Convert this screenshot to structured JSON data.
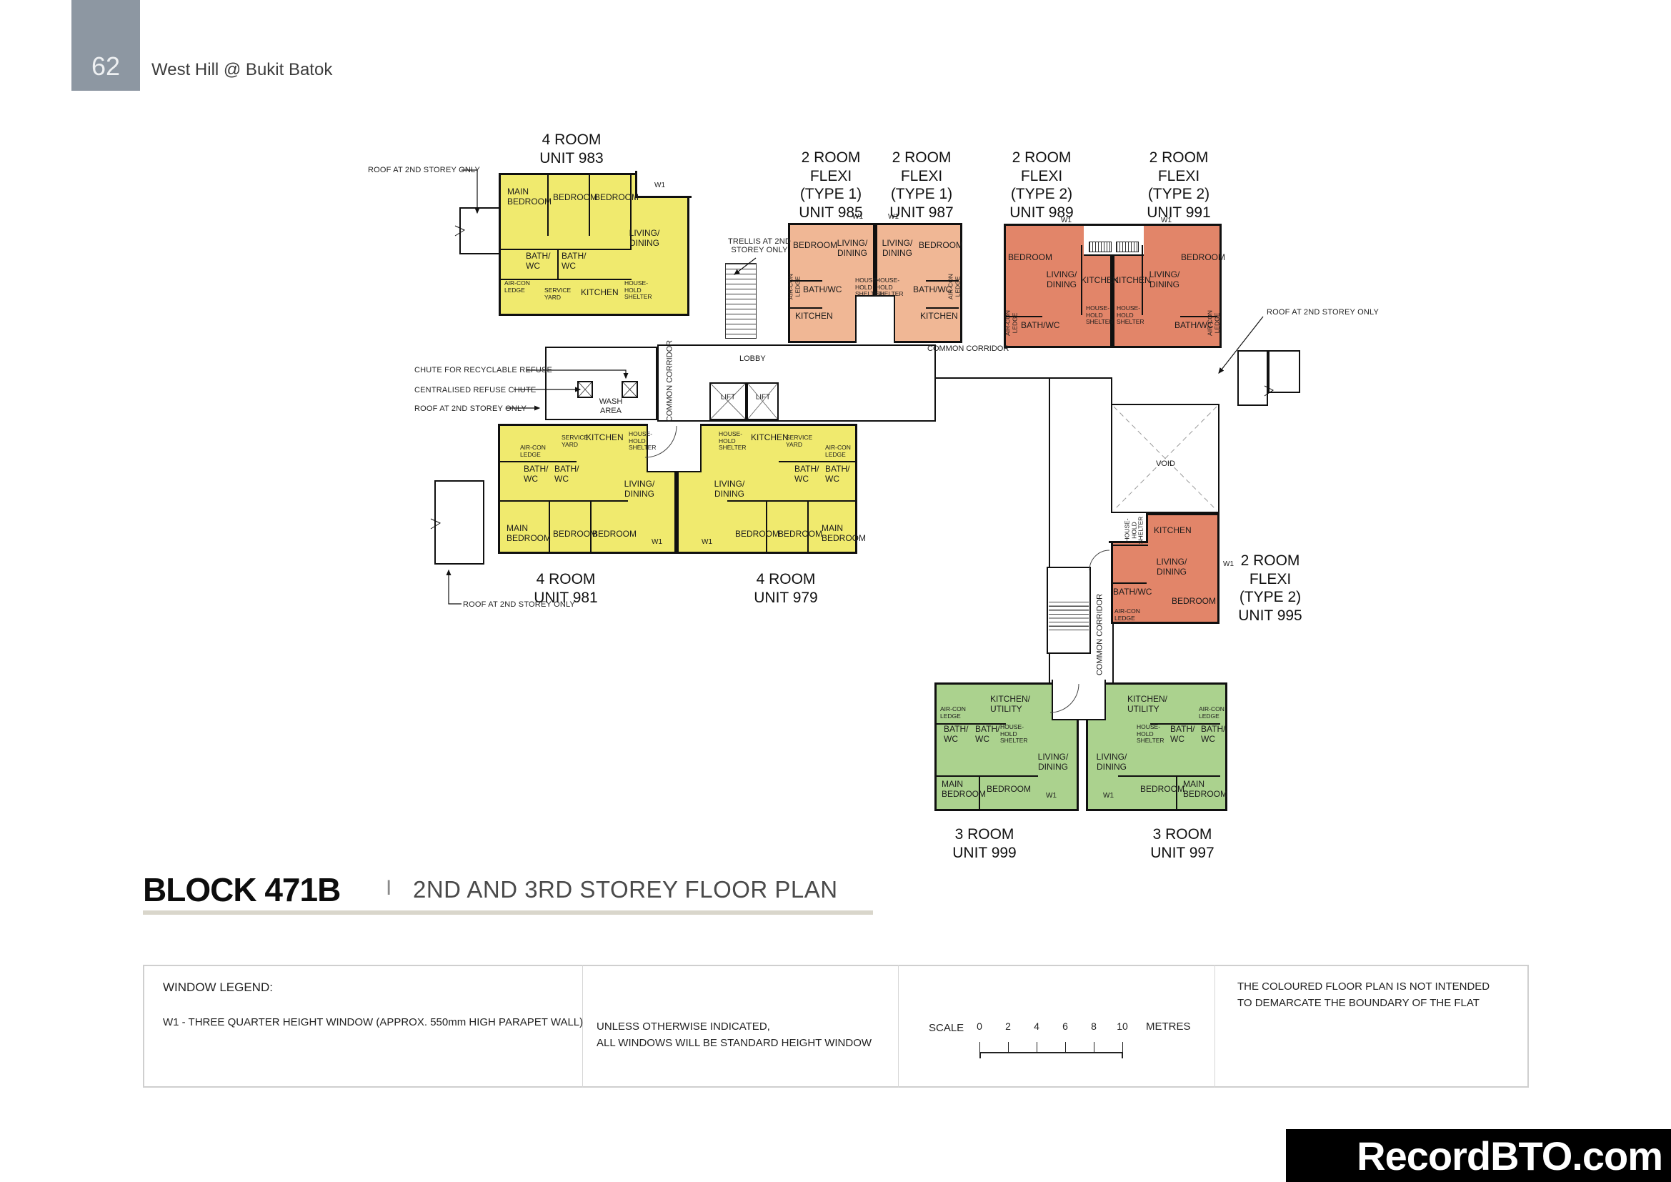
{
  "page": {
    "number": "62",
    "project_title": "West Hill @ Bukit Batok"
  },
  "heading": {
    "block": "BLOCK 471B",
    "separator": "I",
    "subtitle": "2ND AND 3RD STOREY FLOOR PLAN"
  },
  "watermark": "RecordBTO.com",
  "colors": {
    "four_room": "#f0ea6e",
    "two_room_flexi_type1": "#f0b795",
    "two_room_flexi_type2": "#e28569",
    "three_room": "#abd28e",
    "page_tab": "#8d97a2"
  },
  "units": {
    "u983": {
      "title": "4 ROOM\nUNIT 983"
    },
    "u985": {
      "title": "2 ROOM\nFLEXI\n(TYPE 1)\nUNIT 985"
    },
    "u987": {
      "title": "2 ROOM\nFLEXI\n(TYPE 1)\nUNIT 987"
    },
    "u989": {
      "title": "2 ROOM\nFLEXI\n(TYPE 2)\nUNIT 989"
    },
    "u991": {
      "title": "2 ROOM\nFLEXI\n(TYPE 2)\nUNIT 991"
    },
    "u981": {
      "title": "4 ROOM\nUNIT 981"
    },
    "u979": {
      "title": "4 ROOM\nUNIT 979"
    },
    "u995": {
      "title": "2 ROOM\nFLEXI\n(TYPE 2)\nUNIT 995"
    },
    "u999": {
      "title": "3 ROOM\nUNIT 999"
    },
    "u997": {
      "title": "3 ROOM\nUNIT 997"
    }
  },
  "room_labels": {
    "main_bedroom": "MAIN\nBEDROOM",
    "bedroom": "BEDROOM",
    "living_dining": "LIVING/\nDINING",
    "bath_wc": "BATH/\nWC",
    "bath_wc_inline": "BATH/WC",
    "kitchen": "KITCHEN",
    "kitchen_utility": "KITCHEN/\nUTILITY",
    "household_shelter": "HOUSE-\nHOLD\nSHELTER",
    "aircon_ledge": "AIR-CON\nLEDGE",
    "service_yard": "SERVICE\nYARD",
    "window_tag": "W1"
  },
  "common_labels": {
    "common_corridor": "COMMON CORRIDOR",
    "lobby": "LOBBY",
    "lift": "LIFT",
    "wash_area": "WASH\nAREA",
    "void": "VOID"
  },
  "annotations": {
    "roof_2nd_storey": "ROOF AT 2ND STOREY ONLY",
    "trellis_2nd_storey": "TRELLIS AT 2ND\nSTOREY ONLY",
    "chute_recyclable": "CHUTE FOR RECYCLABLE REFUSE",
    "centralised_refuse_chute": "CENTRALISED REFUSE CHUTE"
  },
  "legend": {
    "window_legend_title": "WINDOW LEGEND:",
    "window_legend_item": "W1 - THREE QUARTER HEIGHT WINDOW (APPROX. 550mm HIGH PARAPET WALL)",
    "window_note": "UNLESS OTHERWISE INDICATED,\nALL WINDOWS WILL BE STANDARD HEIGHT WINDOW",
    "scale_label": "SCALE",
    "scale_ticks": [
      "0",
      "2",
      "4",
      "6",
      "8",
      "10"
    ],
    "scale_unit": "METRES",
    "disclaimer": "THE COLOURED FLOOR PLAN IS NOT INTENDED\nTO DEMARCATE THE BOUNDARY OF THE FLAT"
  }
}
